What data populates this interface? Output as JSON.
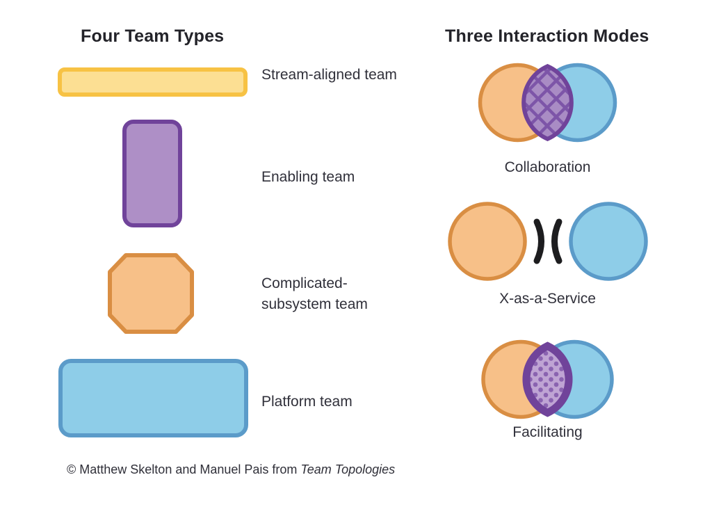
{
  "columns": {
    "left_title": "Four Team Types",
    "right_title": "Three Interaction Modes"
  },
  "team_types": [
    {
      "id": "stream-aligned",
      "label": "Stream-aligned team",
      "shape": "wide-rounded-bar",
      "fill": "#FCDF93",
      "stroke": "#F7C244"
    },
    {
      "id": "enabling",
      "label": "Enabling team",
      "shape": "tall-rounded-rect",
      "fill": "#AE8FC6",
      "stroke": "#70439A"
    },
    {
      "id": "complicated-subsystem",
      "label": "Complicated-subsystem team",
      "shape": "octagon",
      "fill": "#F7C088",
      "stroke": "#D98E43"
    },
    {
      "id": "platform",
      "label": "Platform team",
      "shape": "large-rounded-rect",
      "fill": "#8ECDE8",
      "stroke": "#5B9BC9"
    }
  ],
  "interaction_modes": [
    {
      "id": "collaboration",
      "label": "Collaboration",
      "figure": "two-overlapping-circles",
      "overlap_pattern": "crosshatch-diamond",
      "left_fill": "#F7C088",
      "left_stroke": "#D98E43",
      "right_fill": "#8ECDE8",
      "right_stroke": "#5B9BC9",
      "overlap_fill": "#A98CC4",
      "overlap_stroke": "#70439A"
    },
    {
      "id": "x-as-a-service",
      "label": "X-as-a-Service",
      "figure": "two-separated-circles-with-brackets",
      "connector": ")(",
      "connector_color": "#1d1d1f",
      "left_fill": "#F7C088",
      "left_stroke": "#D98E43",
      "right_fill": "#8ECDE8",
      "right_stroke": "#5B9BC9"
    },
    {
      "id": "facilitating",
      "label": "Facilitating",
      "figure": "two-overlapping-circles",
      "overlap_pattern": "polka-dots",
      "left_fill": "#F7C088",
      "left_stroke": "#D98E43",
      "right_fill": "#8ECDE8",
      "right_stroke": "#5B9BC9",
      "overlap_fill": "#A98CC4",
      "overlap_stroke": "#70439A"
    }
  ],
  "attribution": {
    "prefix": "© Matthew Skelton and Manuel Pais from ",
    "book_title": "Team Topologies"
  }
}
